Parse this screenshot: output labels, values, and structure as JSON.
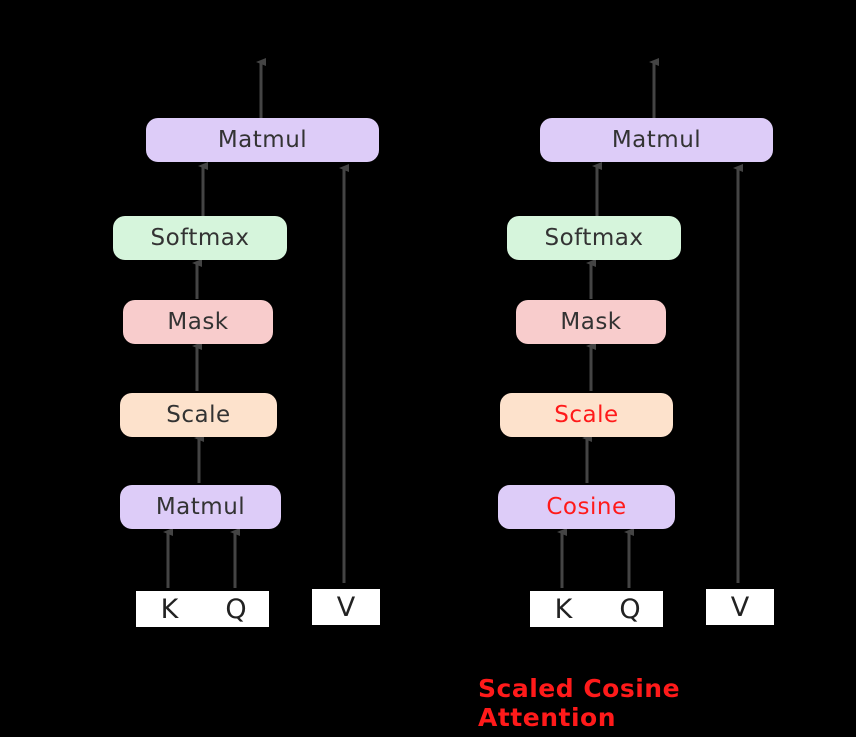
{
  "colors": {
    "background": "#000000",
    "matmul": "#ddccf8",
    "softmax": "#d6f5dc",
    "mask": "#f8cccc",
    "scale": "#fde2cc",
    "highlight": "#ff1a1a",
    "arrow": "#444444"
  },
  "left": {
    "top_matmul": "Matmul",
    "softmax": "Softmax",
    "mask": "Mask",
    "scale": "Scale",
    "bottom_matmul": "Matmul",
    "inputs": {
      "k": "K",
      "q": "Q",
      "v": "V"
    }
  },
  "right": {
    "top_matmul": "Matmul",
    "softmax": "Softmax",
    "mask": "Mask",
    "scale": "Scale",
    "cosine": "Cosine",
    "inputs": {
      "k": "K",
      "q": "Q",
      "v": "V"
    }
  },
  "caption": "Scaled Cosine Attention"
}
